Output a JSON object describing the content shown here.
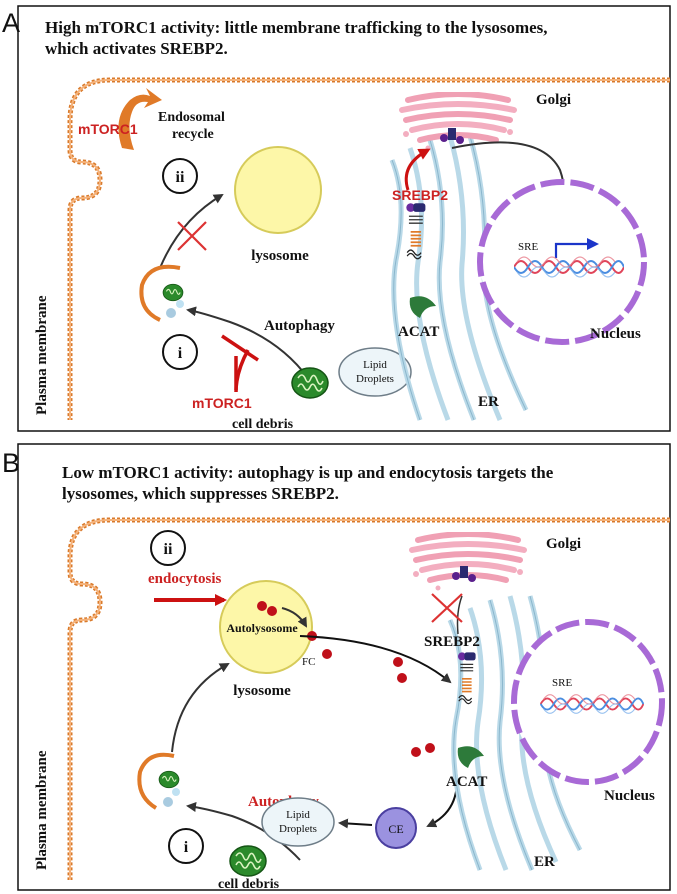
{
  "panelA": {
    "letter": "A",
    "title_line1": "High mTORC1 activity: little membrane trafficking to the lysosomes,",
    "title_line2": "which activates SREBP2.",
    "golgi": "Golgi",
    "endosomal_line1": "Endosomal",
    "endosomal_line2": "recycle",
    "mtorc1_top": "mTORC1",
    "step_ii": "ii",
    "step_i": "i",
    "lysosome": "lysosome",
    "autophagy": "Autophagy",
    "mtorc1_bottom": "mTORC1",
    "cell_debris": "cell debris",
    "lipid_line1": "Lipid",
    "lipid_line2": "Droplets",
    "srebp2": "SREBP2",
    "acat": "ACAT",
    "er": "ER",
    "nucleus": "Nucleus",
    "sre": "SRE",
    "plasma_membrane": "Plasma membrane"
  },
  "panelB": {
    "letter": "B",
    "title_line1": "Low mTORC1 activity: autophagy is up and endocytosis  targets the",
    "title_line2": "lysosomes, which suppresses SREBP2.",
    "golgi": "Golgi",
    "step_ii": "ii",
    "step_i": "i",
    "endocytosis": "endocytosis",
    "autolysosome": "Autolysosome",
    "fc": "FC",
    "lysosome": "lysosome",
    "srebp2": "SREBP2",
    "acat": "ACAT",
    "autophagy": "Autophagy",
    "lipid_line1": "Lipid",
    "lipid_line2": "Droplets",
    "ce": "CE",
    "er": "ER",
    "nucleus": "Nucleus",
    "sre": "SRE",
    "cell_debris": "cell debris",
    "plasma_membrane": "Plasma membrane"
  },
  "colors": {
    "membrane": "#e07a28",
    "mtorc1_red": "#cc2222",
    "lysosome_fill": "#fdf7a8",
    "er_stroke": "#b9d9e8",
    "golgi_pink": "#f2a7b8",
    "nucleus_purple": "#a86ad6",
    "mito_green": "#2e8b2e",
    "ce_purple": "#9b92e0"
  }
}
